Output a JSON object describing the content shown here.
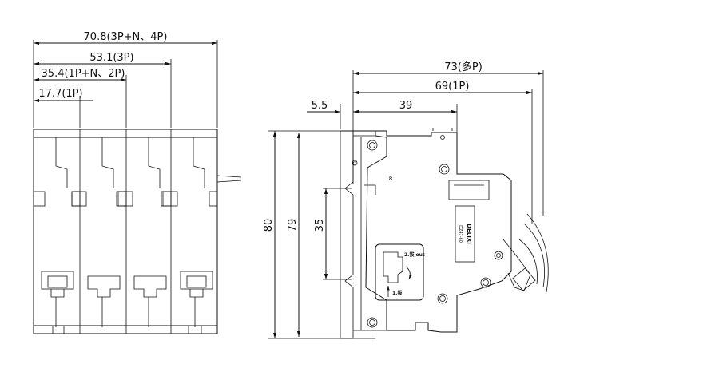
{
  "front_view": {
    "dimensions": {
      "width_4p": "70.8(3P+N、4P)",
      "width_3p": "53.1(3P)",
      "width_2p": "35.4(1P+N、2P)",
      "width_1p": "17.7(1P)"
    }
  },
  "side_view": {
    "dimensions": {
      "depth_multi": "73(多P)",
      "depth_1p": "69(1P)",
      "rail_offset": "5.5",
      "front_depth": "39",
      "overall_height": "80",
      "body_height": "79",
      "rail_width": "35"
    },
    "label_panel": {
      "brand": "DELIXI",
      "model": "DZ47-60"
    },
    "instructions": {
      "step1": "1.拔",
      "step2": "2.拔 out"
    },
    "mark": "8",
    "small_mark": "O"
  }
}
